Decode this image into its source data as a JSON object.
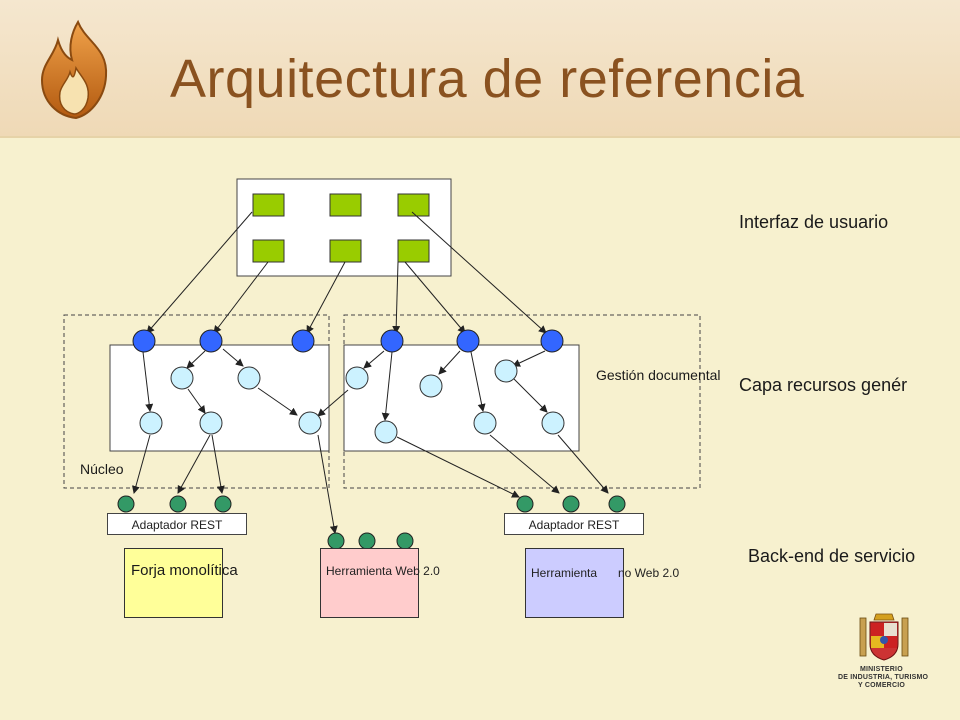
{
  "slide": {
    "title": "Arquitectura de referencia"
  },
  "layers": {
    "ui": "Interfaz de usuario",
    "generic": "Capa  recursos genér",
    "backend": "Back-end de servicio"
  },
  "regions": {
    "core": "Núcleo",
    "docs": "Gestión documental"
  },
  "adaptors": {
    "left": "Adaptador REST",
    "right": "Adaptador REST"
  },
  "tools": {
    "forge": "Forja monolítica",
    "web20": "Herramienta Web 2.0",
    "noweb_a": "Herramienta",
    "noweb_b": "no Web 2.0"
  },
  "logo": {
    "line1": "MINISTERIO",
    "line2": "DE INDUSTRIA, TURISMO",
    "line3": "Y COMERCIO"
  },
  "colors": {
    "background": "#f7f1cf",
    "header": "#efd9b6",
    "title": "#8a5220",
    "ui_widget": "#99cc00",
    "node_dark": "#3366ff",
    "node_light": "#ccf2ff",
    "connector": "#339966",
    "forge": "#ffff99",
    "web20": "#ffcccc",
    "noweb": "#ccccff"
  }
}
